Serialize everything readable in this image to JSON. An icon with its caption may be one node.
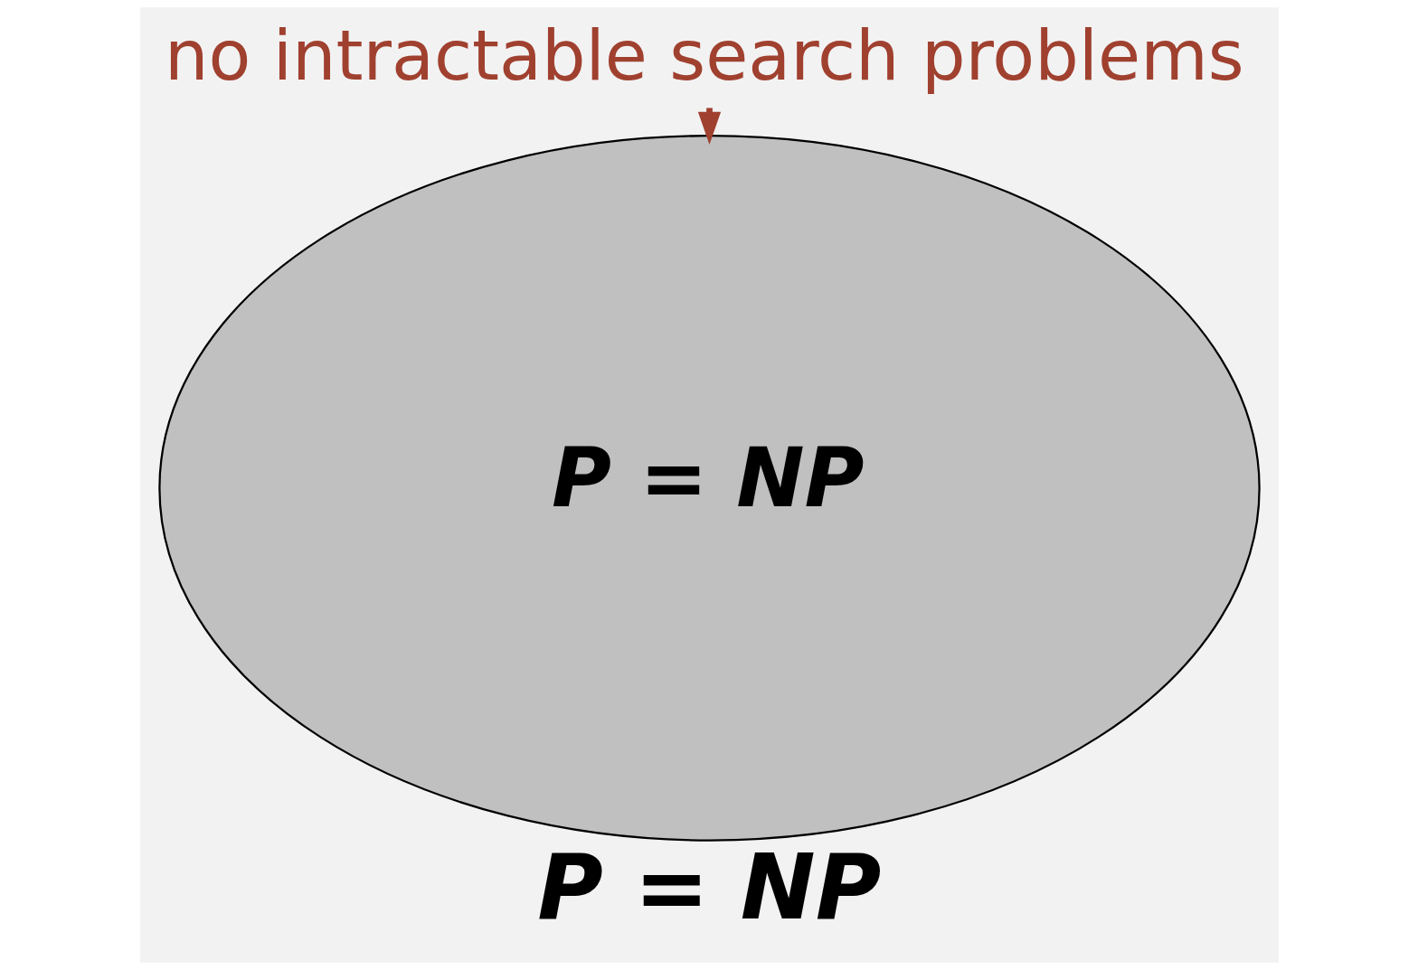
{
  "diagram": {
    "caption": "P = NP",
    "nodes": [
      {
        "text": [
          "P = NP"
        ]
      },
      {
        "text": [
          "no intractable search problems"
        ]
      }
    ],
    "edges": [
      {
        "from": 1,
        "to": 0,
        "arrow": "to",
        "color": "#a0402f"
      }
    ]
  }
}
